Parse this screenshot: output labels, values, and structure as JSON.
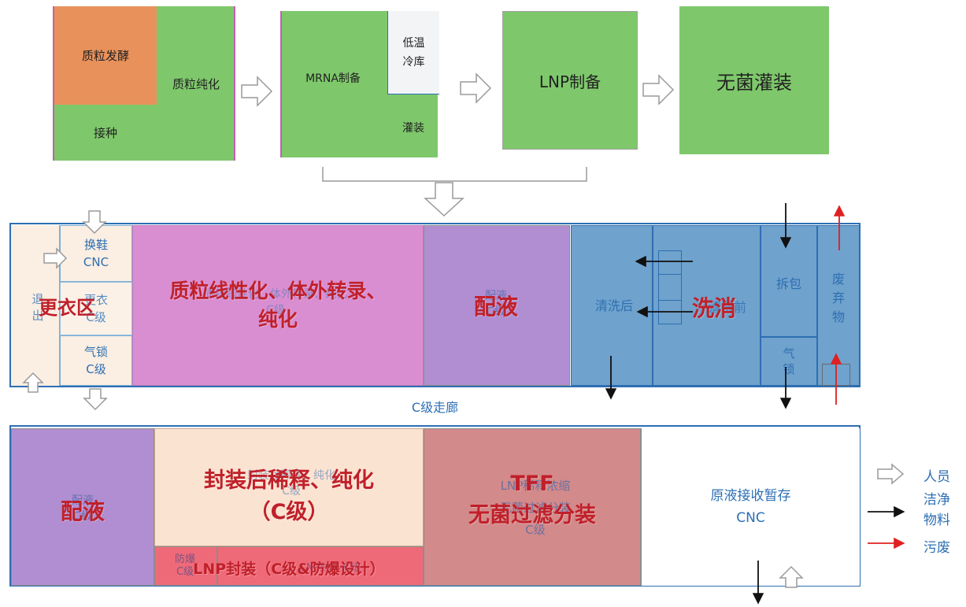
{
  "flow": {
    "box1": {
      "top_left": "质粒发酵",
      "right": "质粒纯化",
      "bottom": "接种"
    },
    "box2": {
      "main": "MRNA制备",
      "cold": "低温\n冷库",
      "fill": "灌装"
    },
    "box3": {
      "label": "LNP制备"
    },
    "box4": {
      "label": "无菌灌装"
    }
  },
  "plan": {
    "changing_area": {
      "overlay": "更衣区",
      "shoe_change": "换鞋\nCNC",
      "exit": "退\n出",
      "change_clothes": "更衣\nC级",
      "airlock": "气锁\nC级"
    },
    "plasmid_room": {
      "overlay": "质粒线性化、体外转录、\n纯化",
      "faint": "质粒线性化、体外转录、纯化\nC级"
    },
    "prep_room_top": {
      "overlay": "配液",
      "faint": "配液\nC级"
    },
    "wash_area": {
      "overlay": "洗消",
      "after_clean": "清洗后",
      "before_clean": "清洗前",
      "unpack": "拆包",
      "airlock": "气\n锁",
      "waste": "废\n弃\n物"
    },
    "corridor": "C级走廊",
    "prep_room_bottom": {
      "overlay": "配液",
      "faint": "配液\nC级"
    },
    "dilution_room": {
      "overlay": "封装后稀释、纯化\n（C级）",
      "faint": "封装后稀释、纯化\nC级"
    },
    "lnp_room": {
      "overlay": "LNP封装（C级&防爆设计）",
      "faint_left": "防爆\nC级",
      "faint_right": "LNP封装 C级"
    },
    "tff_room": {
      "overlay": "TFF\n无菌过滤分装",
      "faint": "LNP稀释浓缩\n无菌过滤分装\nC级"
    },
    "receiving_room": {
      "label": "原液接收暂存\nCNC"
    }
  },
  "legend": {
    "personnel": "人员",
    "clean_material": "洁净\n物料",
    "dirty_waste": "污废"
  },
  "colors": {
    "green": "#7ec86b",
    "orange": "#e8915b",
    "pink": "#d98ed1",
    "purple": "#b18ed1",
    "blue_room": "#6fa2cc",
    "cream": "#fbe3d2",
    "red_room": "#d38a8a",
    "lnp_red": "#ef6a78",
    "border_blue": "#2d6fb3",
    "overlay_red": "#c0202a",
    "arrow_red": "#e02020"
  }
}
